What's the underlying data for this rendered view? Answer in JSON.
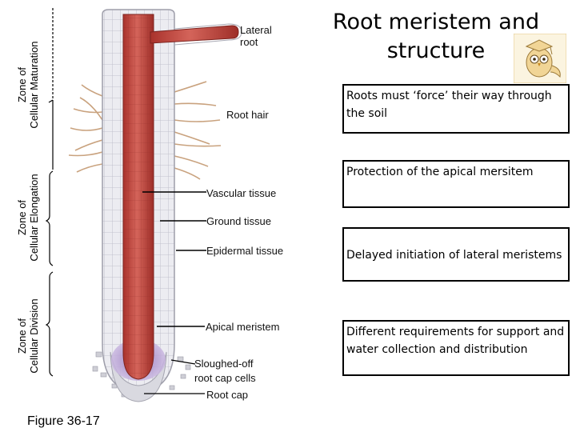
{
  "title": {
    "line1": "Root meristem and",
    "line2": "structure"
  },
  "zones": [
    {
      "line1": "Zone of",
      "line2": "Cellular Maturation"
    },
    {
      "line1": "Zone of",
      "line2": "Cellular Elongation"
    },
    {
      "line1": "Zone of",
      "line2": "Cellular Division"
    }
  ],
  "labels": {
    "lateral_root_1": "Lateral",
    "lateral_root_2": "root",
    "root_hair": "Root hair",
    "vascular_tissue": "Vascular tissue",
    "ground_tissue": "Ground tissue",
    "epidermal_tissue": "Epidermal tissue",
    "apical_meristem": "Apical meristem",
    "sloughed_off_1": "Sloughed-off",
    "sloughed_off_2": "root cap cells",
    "root_cap": "Root cap"
  },
  "boxes": [
    "Roots must ‘force’ their way through the soil",
    "Protection of the apical mersitem",
    "Delayed initiation of lateral meristems",
    "Different requirements for support and water collection and distribution"
  ],
  "figure_caption": "Figure 36-17",
  "icons": {
    "owl": "owl-graduate-icon"
  },
  "colors": {
    "vascular": "#c0463e",
    "ground": "#e8e8ee",
    "meristem": "#9a7fc0"
  }
}
